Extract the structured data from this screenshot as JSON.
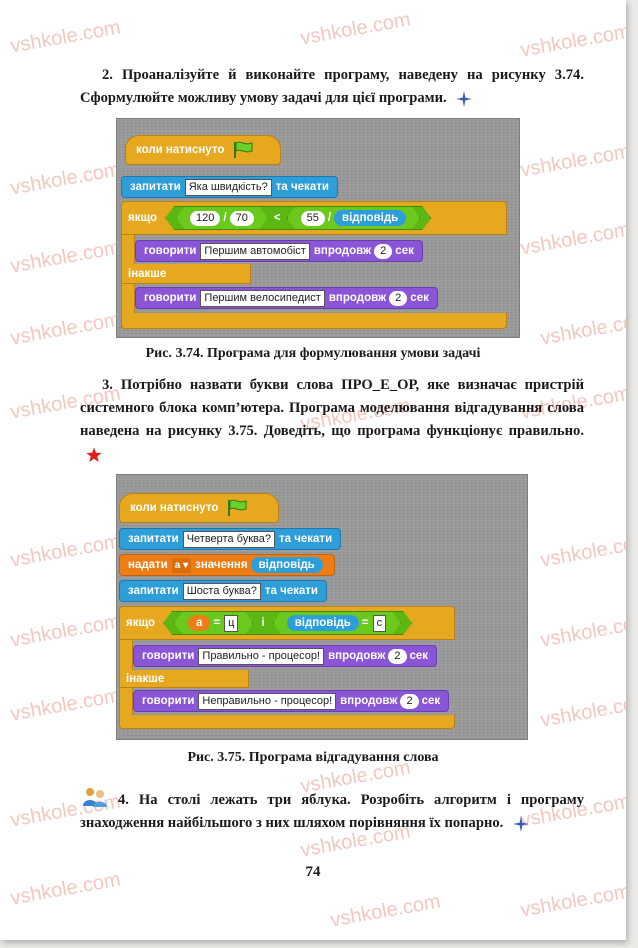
{
  "watermark": "vshkole.com",
  "task2": {
    "text": "2. Проаналізуйте й виконайте програму, наведену на рисунку 3.74. Сформулюйте можливу умову задачі для цієї програми."
  },
  "fig374": {
    "hat": "коли натиснуто",
    "ask_label": "запитати",
    "ask_text": "Яка швидкість?",
    "and_wait": "та чекати",
    "if_label": "якщо",
    "num1": "120",
    "div1": "/",
    "num2": "70",
    "lt": "<",
    "num3": "55",
    "div2": "/",
    "answer": "відповідь",
    "say_label": "говорити",
    "say1": "Першим автомобіст",
    "for_label": "впродовж",
    "secs": "2",
    "sec_label": "сек",
    "else_label": "інакше",
    "say2": "Першим велосипедист",
    "caption": "Рис. 3.74. Програма для формулювання умови задачі"
  },
  "task3": {
    "text": "3. Потрібно назвати букви слова ПРО_Е_ОР, яке визначає пристрій системного блока комп’ютера. Програма моделювання відгадування слова наведена на рисунку 3.75. Доведіть, що програма функціонує правильно."
  },
  "fig375": {
    "hat": "коли натиснуто",
    "ask_label": "запитати",
    "ask1": "Четверта буква?",
    "and_wait": "та чекати",
    "set_label": "надати",
    "var": "а",
    "value_label": "значення",
    "answer": "відповідь",
    "ask2": "Шоста буква?",
    "if_label": "якщо",
    "var_a": "а",
    "eq": "=",
    "letter1": "ц",
    "and_label": "і",
    "letter2": "с",
    "say_label": "говорити",
    "say1": "Правильно - процесор!",
    "for_label": "впродовж",
    "secs": "2",
    "sec_label": "сек",
    "else_label": "інакше",
    "say2": "Неправильно - процесор!",
    "caption": "Рис. 3.75. Програма відгадування слова"
  },
  "task4": {
    "text": "4. На столі лежать три яблука. Розробіть алгоритм і програму знаходження найбільшого з них шляхом порівняння їх попарно."
  },
  "page_number": "74",
  "colors": {
    "control": "#e6a81f",
    "sensing": "#2d9ed8",
    "looks": "#8a55d6",
    "operators": "#5cb712",
    "data": "#ee7d16",
    "watermark": "#f3c7c0",
    "star": "#e02020",
    "sparkle": "#3a5fb0"
  }
}
